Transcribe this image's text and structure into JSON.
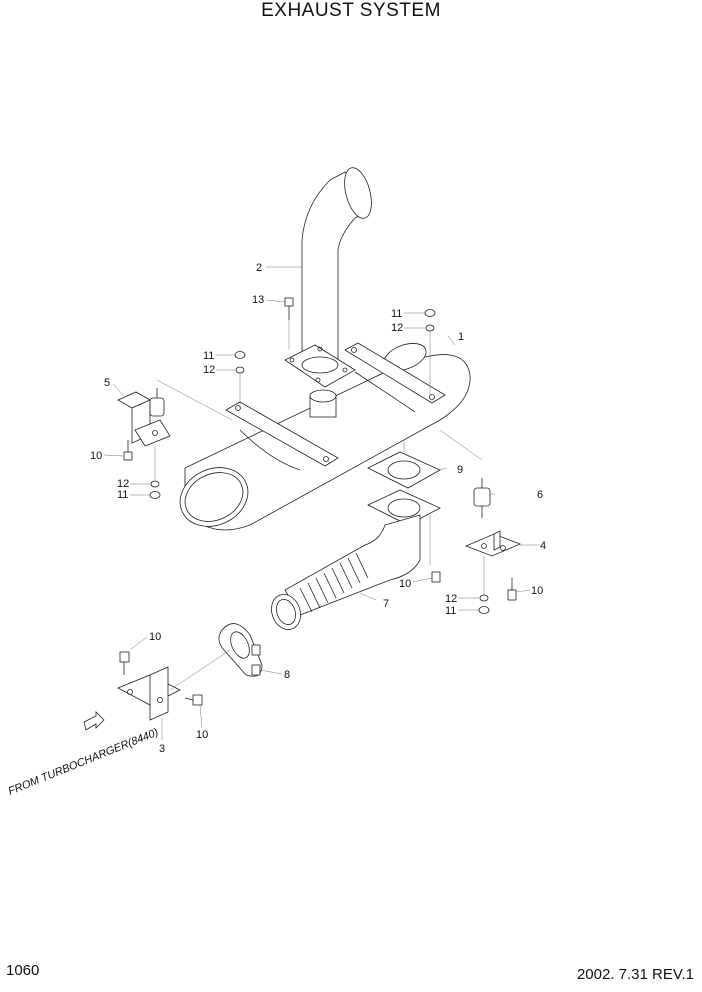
{
  "title": "EXHAUST SYSTEM",
  "page_number": "1060",
  "revision": "2002. 7.31  REV.1",
  "from_label": "FROM TURBOCHARGER(8440)",
  "callouts": {
    "c1": "1",
    "c2": "2",
    "c3": "3",
    "c4": "4",
    "c5": "5",
    "c6": "6",
    "c7": "7",
    "c8": "8",
    "c9": "9",
    "c13": "13",
    "c11a": "11",
    "c12a": "12",
    "c11b": "11",
    "c12b": "12",
    "c10a": "10",
    "c12c": "12",
    "c11c": "11",
    "c10b": "10",
    "c12d": "12",
    "c11d": "11",
    "c10c": "10",
    "c10d": "10",
    "c10e": "10"
  }
}
